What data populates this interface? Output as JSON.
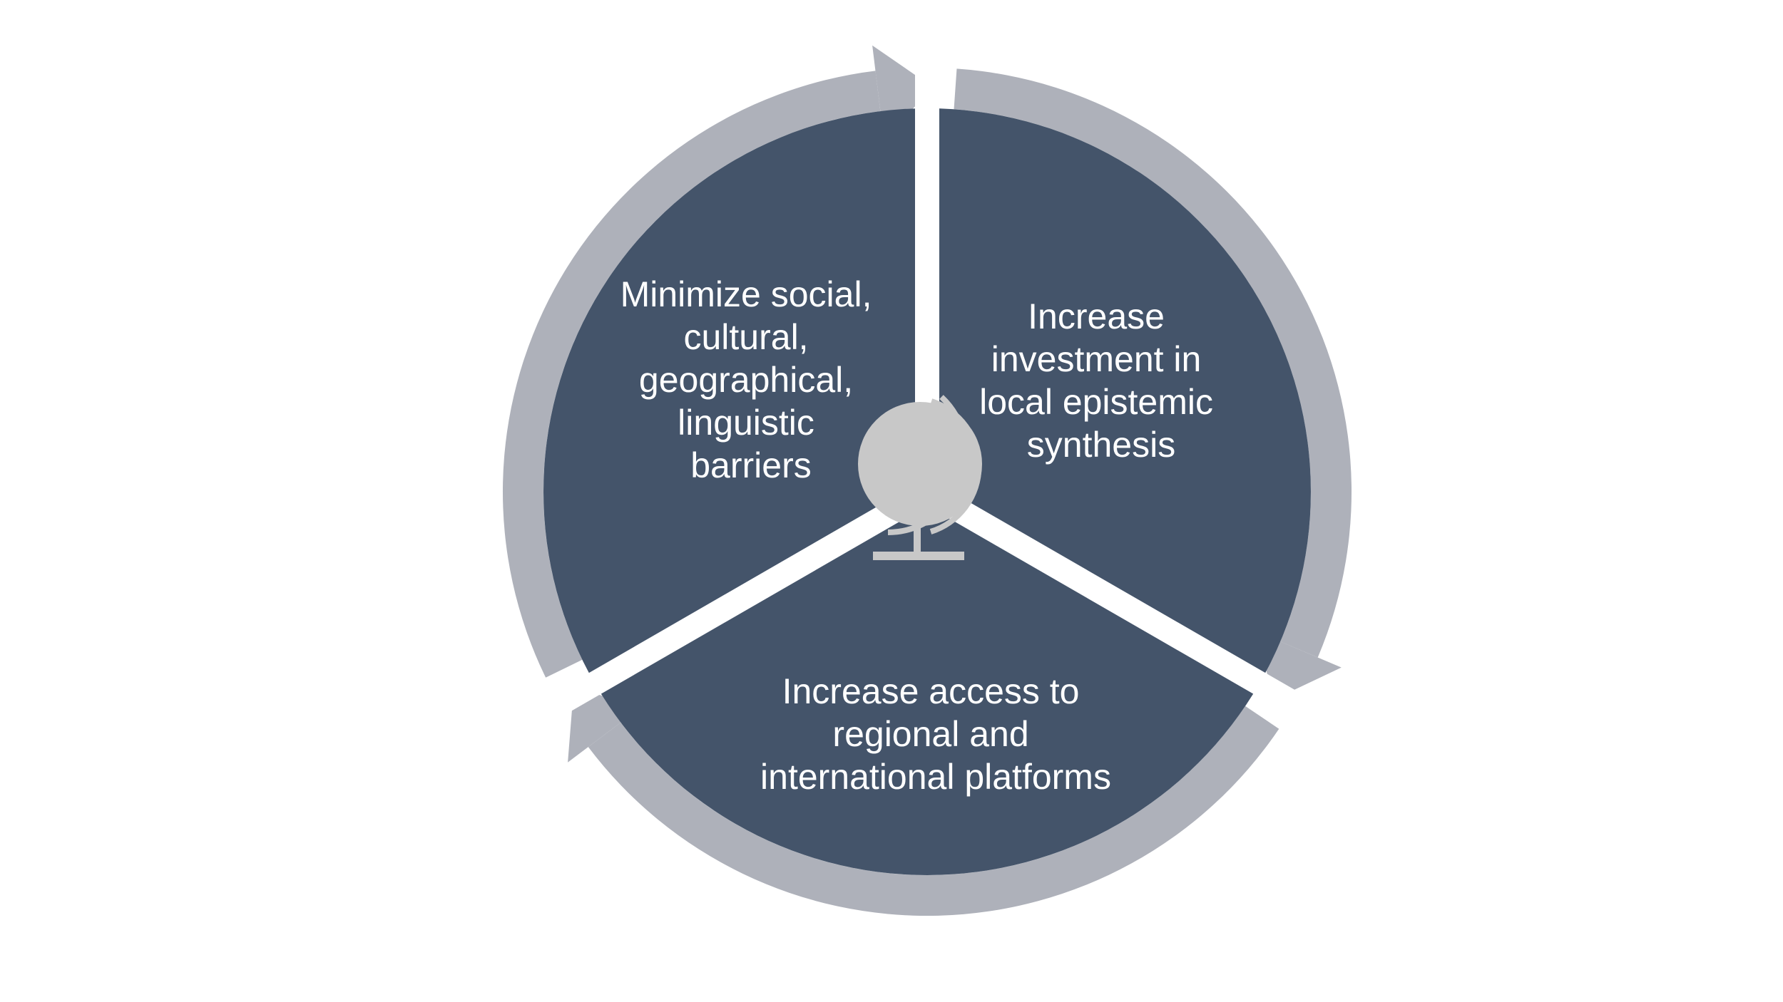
{
  "diagram": {
    "segments": [
      {
        "id": "top-right",
        "lines": [
          "Increase",
          "investment in",
          "local epistemic",
          "synthesis"
        ]
      },
      {
        "id": "bottom",
        "lines": [
          "Increase access to",
          "regional and",
          "international platforms"
        ]
      },
      {
        "id": "top-left",
        "lines": [
          "Minimize social,",
          "cultural,",
          "geographical,",
          "linguistic",
          "barriers"
        ]
      }
    ],
    "center_icon": "globe-icon",
    "colors": {
      "segment_fill": "#44546a",
      "ring": "#aeb1ba",
      "globe": "#c8c8c8",
      "text": "#ffffff",
      "background": "#ffffff"
    }
  }
}
